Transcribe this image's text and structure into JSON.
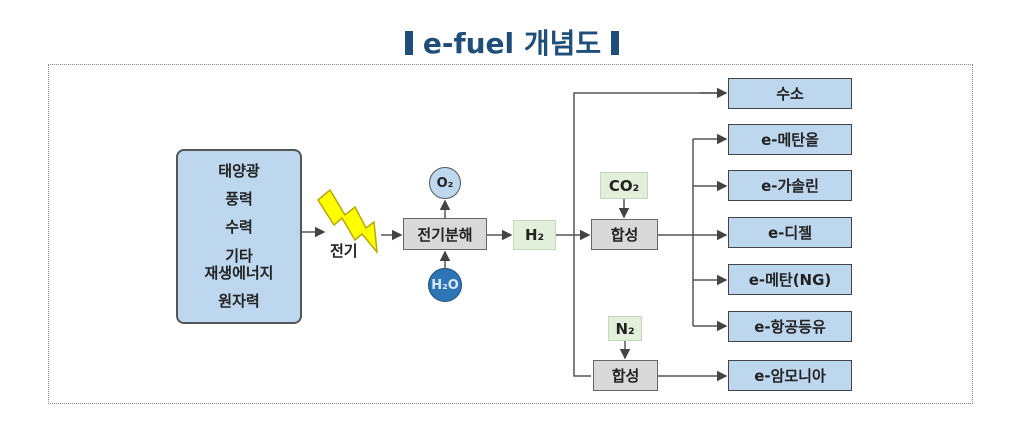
{
  "title": "e-fuel 개념도",
  "sources": [
    "태양광",
    "풍력",
    "수력",
    "기타\n재생에너지",
    "원자력"
  ],
  "electricity_label": "전기",
  "electrolysis": "전기분해",
  "o2": "O₂",
  "h2o": "H₂O",
  "h2": "H₂",
  "co2": "CO₂",
  "n2": "N₂",
  "synthesis": "합성",
  "products": {
    "hydrogen": "수소",
    "methanol": "e-메탄올",
    "gasoline": "e-가솔린",
    "diesel": "e-디젤",
    "methane": "e-메탄(NG)",
    "jet": "e-항공등유",
    "ammonia": "e-암모니아"
  },
  "colors": {
    "title": "#1f4e79",
    "source": "#bdd7ee",
    "h2o": "#2e75b6",
    "lightning": "#ffff00"
  }
}
